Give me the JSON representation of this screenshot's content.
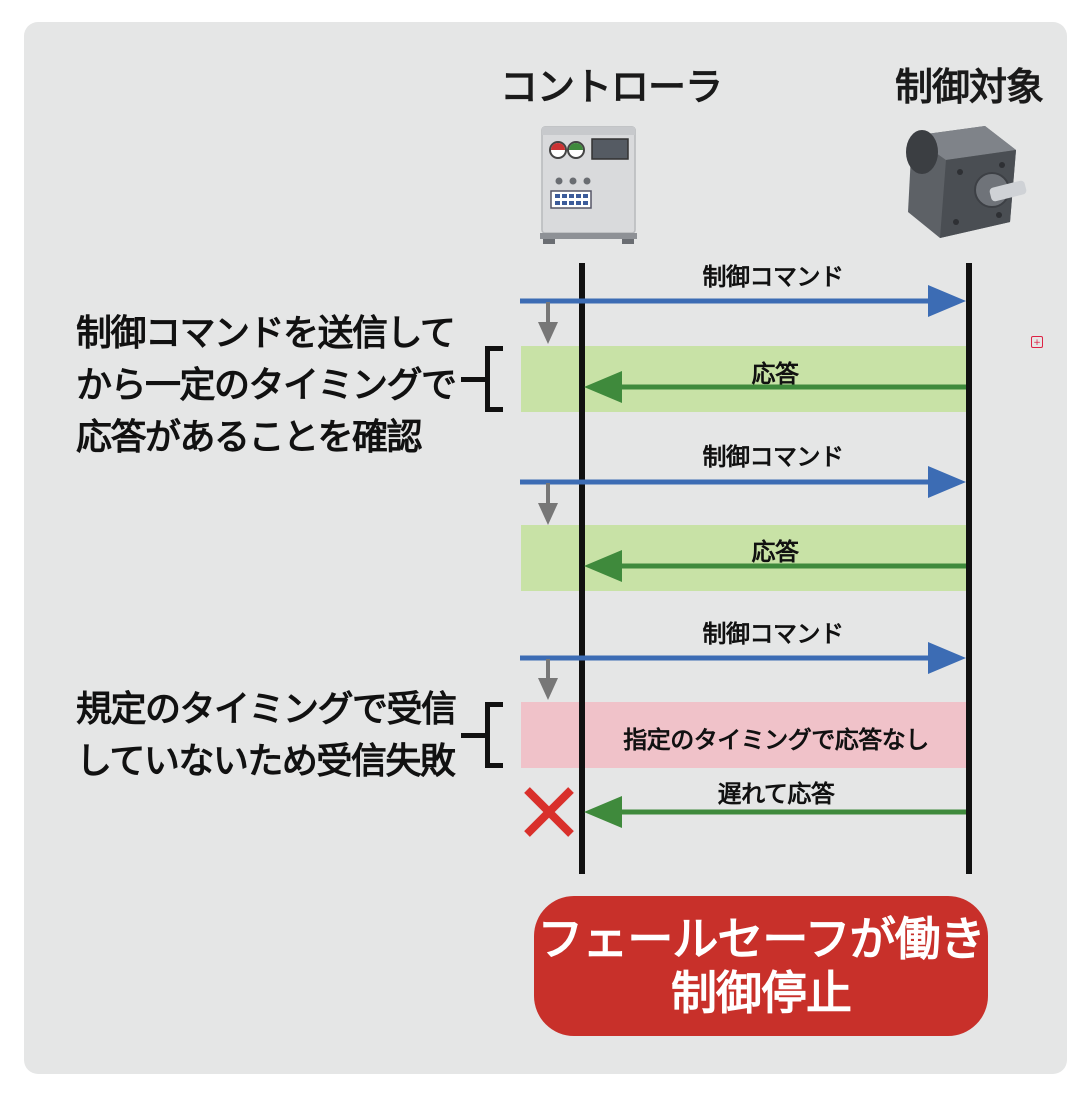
{
  "actors": {
    "controller": "コントローラ",
    "target": "制御対象"
  },
  "messages": {
    "command_1": "制御コマンド",
    "response_1": "応答",
    "command_2": "制御コマンド",
    "response_2": "応答",
    "command_3": "制御コマンド",
    "no_response": "指定のタイミングで応答なし",
    "late_response": "遅れて応答"
  },
  "notes": {
    "confirm": [
      "制御コマンドを送信して",
      "から一定のタイミングで",
      "応答があることを確認"
    ],
    "fail": [
      "規定のタイミングで受信",
      "していないため受信失敗"
    ]
  },
  "result": {
    "line1": "フェールセーフが働き",
    "line2": "制御停止"
  },
  "colors": {
    "command_arrow": "#3c6cb4",
    "response_arrow": "#3f8a3c",
    "wait_arrow": "#777777",
    "ok_band": "#c8e2a6",
    "fail_band": "#f0c2c9",
    "failure_mark": "#d9302b",
    "failsafe_bg": "#c8302a"
  },
  "icons": {
    "controller": "control-cabinet-icon",
    "target": "motor-icon",
    "failure": "cross-mark-icon"
  }
}
